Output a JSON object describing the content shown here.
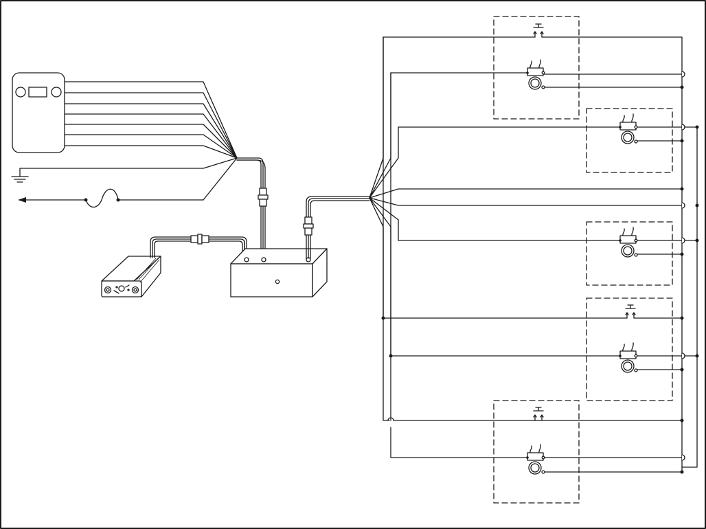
{
  "diagram": {
    "style": {
      "line_color": "#1a1a1a",
      "background": "#ffffff",
      "fill_white": "#ffffff"
    },
    "components": [
      {
        "id": "control-panel",
        "kind": "panel"
      },
      {
        "id": "ground",
        "kind": "ground-symbol"
      },
      {
        "id": "supply-line",
        "kind": "arrow"
      },
      {
        "id": "power-supply",
        "kind": "box-3d"
      },
      {
        "id": "junction-box",
        "kind": "box-3d"
      },
      {
        "id": "zone-1",
        "kind": "zone"
      },
      {
        "id": "zone-2",
        "kind": "zone"
      },
      {
        "id": "zone-3",
        "kind": "zone"
      },
      {
        "id": "zone-4",
        "kind": "zone"
      },
      {
        "id": "zone-5",
        "kind": "zone"
      }
    ],
    "cables": [
      {
        "id": "panel-to-junction",
        "kind": "cable-with-connector"
      },
      {
        "id": "supply-to-junction",
        "kind": "cable-with-connector"
      },
      {
        "id": "junction-to-zones",
        "kind": "cable-with-connector"
      }
    ]
  }
}
